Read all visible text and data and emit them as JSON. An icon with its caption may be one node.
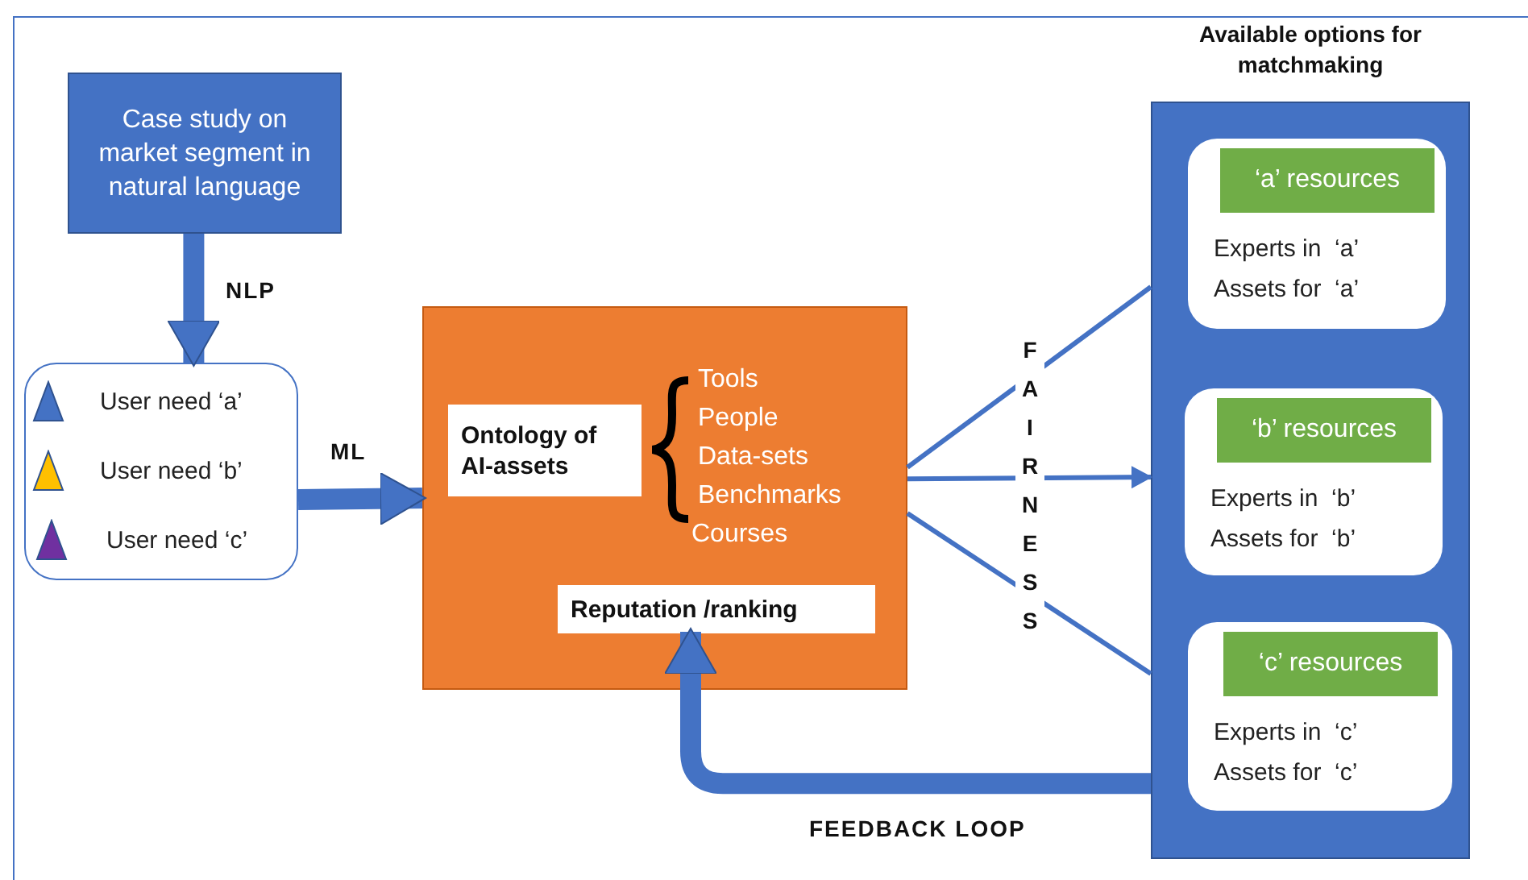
{
  "diagram": {
    "nodes": [
      {
        "text": [
          "Case study on market segment in natural language"
        ]
      },
      {
        "text": [
          "User need ‘a’",
          "User need ‘b’",
          "User need ‘c’"
        ]
      },
      {
        "text": [
          "Tools",
          "People",
          "Data-sets",
          "Benchmarks",
          "Courses"
        ]
      },
      {
        "text": [
          "Ontology of AI-assets"
        ],
        "in": 2
      },
      {
        "text": [
          "Reputation /ranking"
        ],
        "in": 2
      },
      {
        "text": [
          "Available options for matchmaking"
        ]
      },
      {
        "text": [
          "Experts in  ‘a’",
          "Assets for  ‘a’"
        ],
        "in": 5
      },
      {
        "text": [
          "‘a’ resources"
        ],
        "in": 6
      },
      {
        "text": [
          "Experts in  ‘b’",
          "Assets for  ‘b’"
        ],
        "in": 5
      },
      {
        "text": [
          "‘b’ resources"
        ],
        "in": 8
      },
      {
        "text": [
          "Experts in  ‘c’",
          "Assets for  ‘c’"
        ],
        "in": 5
      },
      {
        "text": [
          "‘c’ resources"
        ],
        "in": 10
      }
    ],
    "edges": [
      {
        "from": 0,
        "to": 1,
        "arrow": "to",
        "label": "NLP",
        "style": "thick"
      },
      {
        "from": 1,
        "to": 2,
        "arrow": "to",
        "label": "ML",
        "style": "thick"
      },
      {
        "from": 2,
        "to": 5,
        "arrow": "none"
      },
      {
        "from": 2,
        "to": 5,
        "arrow": "to"
      },
      {
        "from": 2,
        "to": 5,
        "arrow": "none"
      },
      {
        "from": 5,
        "to": 4,
        "arrow": "to",
        "label": "FEEDBACK LOOP",
        "style": "thick"
      }
    ],
    "labels": [
      "FAIRNESS"
    ]
  }
}
